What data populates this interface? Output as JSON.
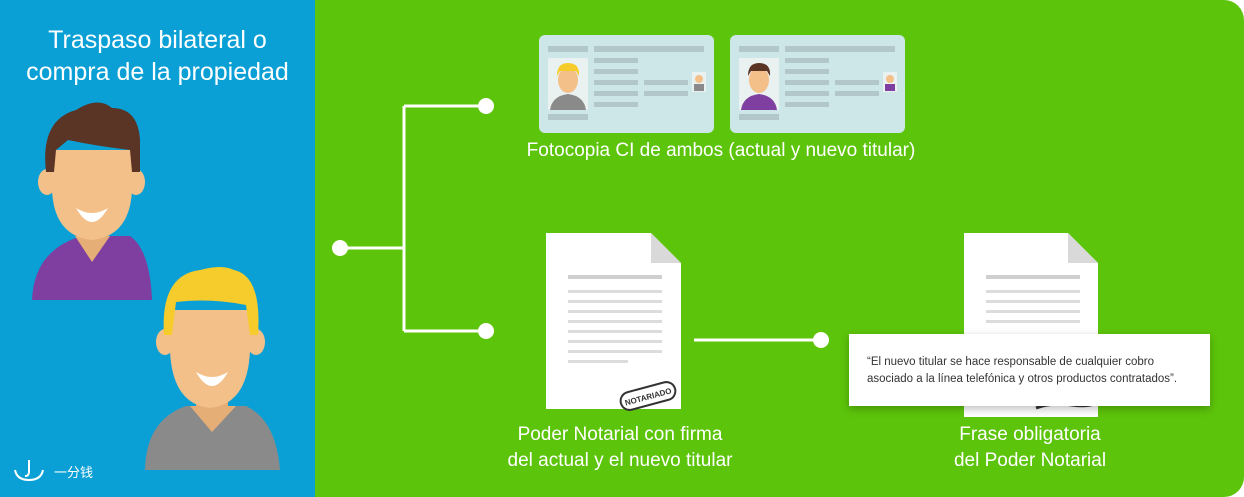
{
  "left_panel": {
    "title_line1": "Traspaso bilateral o",
    "title_line2": "compra de la propiedad",
    "brand_text": "一分钱"
  },
  "captions": {
    "id_copies": "Fotocopia CI de ambos (actual y nuevo titular)",
    "power_line1": "Poder Notarial con firma",
    "power_line2": "del actual y el nuevo titular",
    "phrase_line1": "Frase obligatoria",
    "phrase_line2": "del Poder Notarial"
  },
  "stamp_text": "NOTARIADO",
  "quote": {
    "line1": "“El nuevo titular se hace responsable de cualquier cobro",
    "line2": "asociado a la línea telefónica y otros productos contratados”."
  },
  "colors": {
    "left_bg": "#0aa0d6",
    "right_bg": "#5cc40a",
    "hair_dark": "#5a3424",
    "hair_blond": "#f5cc2b",
    "shirt_purple": "#7e3fa0",
    "shirt_gray": "#8a8a8a",
    "skin": "#f4c08a"
  }
}
